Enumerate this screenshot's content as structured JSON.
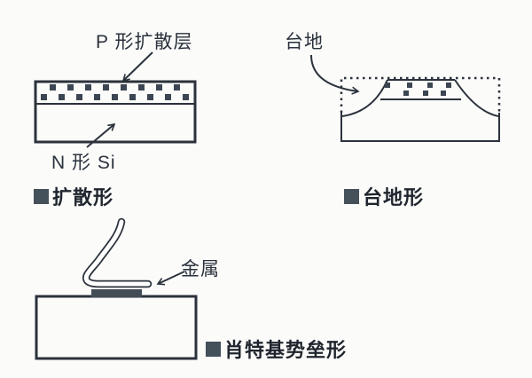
{
  "colors": {
    "background": "#fbfbf9",
    "line": "#2b323c",
    "dot": "#3c4653",
    "caption_marker": "#44505a",
    "metal": "#414c57",
    "text": "#2a323d",
    "caption_text": "#1f252e"
  },
  "diffusion": {
    "label_top": "P 形扩散层",
    "label_bottom": "N 形 Si",
    "caption": "扩散形"
  },
  "mesa": {
    "label": "台地",
    "caption": "台地形"
  },
  "schottky": {
    "label": "金属",
    "caption": "肖特基势垒形"
  }
}
